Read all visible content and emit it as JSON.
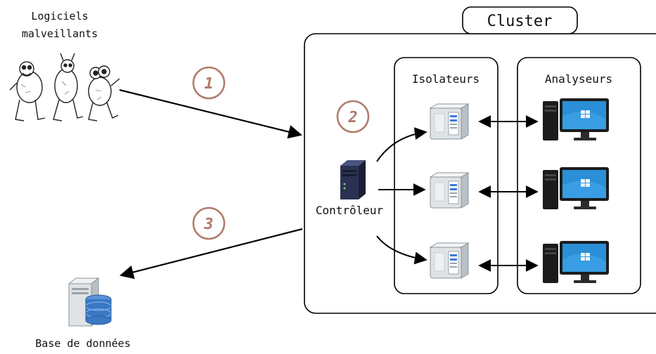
{
  "labels": {
    "malware_line1": "Logiciels",
    "malware_line2": "malveillants",
    "cluster": "Cluster",
    "isolators": "Isolateurs",
    "analyzers": "Analyseurs",
    "controller": "Contrôleur",
    "database": "Base de données"
  },
  "steps": [
    "1",
    "2",
    "3"
  ],
  "colors": {
    "step_accent": "#b07a6a",
    "line": "#000000",
    "monitor_screen": "#2a8fd6",
    "db_disk": "#3b78c4"
  },
  "icons": {
    "malware": "monsters-drawing-icon",
    "controller": "dark-server-icon",
    "isolator": "server-tower-icon",
    "analyzer": "desktop-computer-icon",
    "database": "database-server-icon"
  }
}
